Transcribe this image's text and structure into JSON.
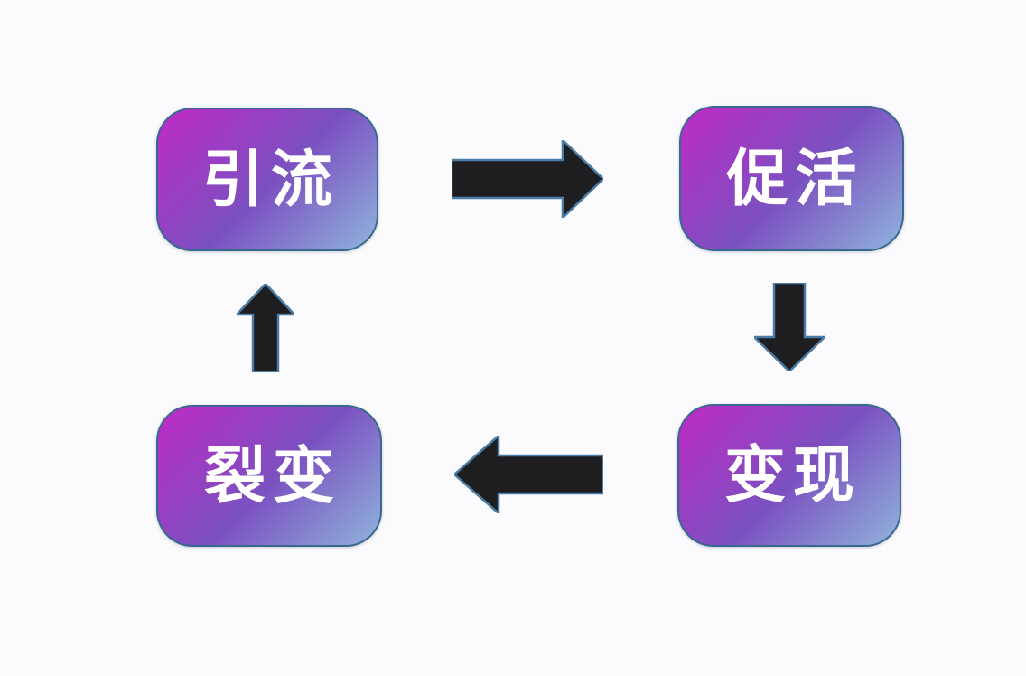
{
  "diagram": {
    "type": "cycle-flowchart",
    "nodes": [
      {
        "label": "引流",
        "position": "top-left"
      },
      {
        "label": "促活",
        "position": "top-right"
      },
      {
        "label": "变现",
        "position": "bottom-right"
      },
      {
        "label": "裂变",
        "position": "bottom-left"
      }
    ],
    "arrows": [
      {
        "from": "引流",
        "to": "促活",
        "direction": "right"
      },
      {
        "from": "促活",
        "to": "变现",
        "direction": "down"
      },
      {
        "from": "变现",
        "to": "裂变",
        "direction": "left"
      },
      {
        "from": "裂变",
        "to": "引流",
        "direction": "up"
      }
    ],
    "colors": {
      "background": "#fbfafc",
      "node_gradient_start": "#c02ac6",
      "node_gradient_mid": "#7b50c0",
      "node_gradient_end": "#8fb4dc",
      "node_border": "#38688e",
      "node_text": "#ffffff",
      "arrow_fill": "#1e1e20",
      "arrow_outline": "#4a7ca6"
    }
  }
}
